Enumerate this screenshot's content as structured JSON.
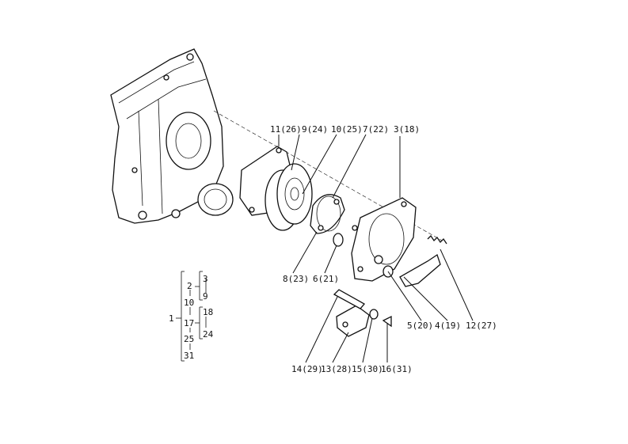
{
  "callouts": [
    {
      "id": "c11",
      "text": "11(26)"
    },
    {
      "id": "c9",
      "text": "9(24)"
    },
    {
      "id": "c10",
      "text": "10(25)"
    },
    {
      "id": "c7",
      "text": "7(22)"
    },
    {
      "id": "c3",
      "text": "3(18)"
    },
    {
      "id": "c8",
      "text": "8(23)"
    },
    {
      "id": "c6",
      "text": "6(21)"
    },
    {
      "id": "c5",
      "text": "5(20)"
    },
    {
      "id": "c4",
      "text": "4(19)"
    },
    {
      "id": "c12",
      "text": "12(27)"
    },
    {
      "id": "c14",
      "text": "14(29)"
    },
    {
      "id": "c13",
      "text": "13(28)"
    },
    {
      "id": "c15",
      "text": "15(30)"
    },
    {
      "id": "c16",
      "text": "16(31)"
    }
  ],
  "legend": {
    "root": "1",
    "col1": [
      "2",
      "10",
      "17",
      "25",
      "31"
    ],
    "col2": [
      "3",
      "9",
      "18",
      "24"
    ]
  }
}
